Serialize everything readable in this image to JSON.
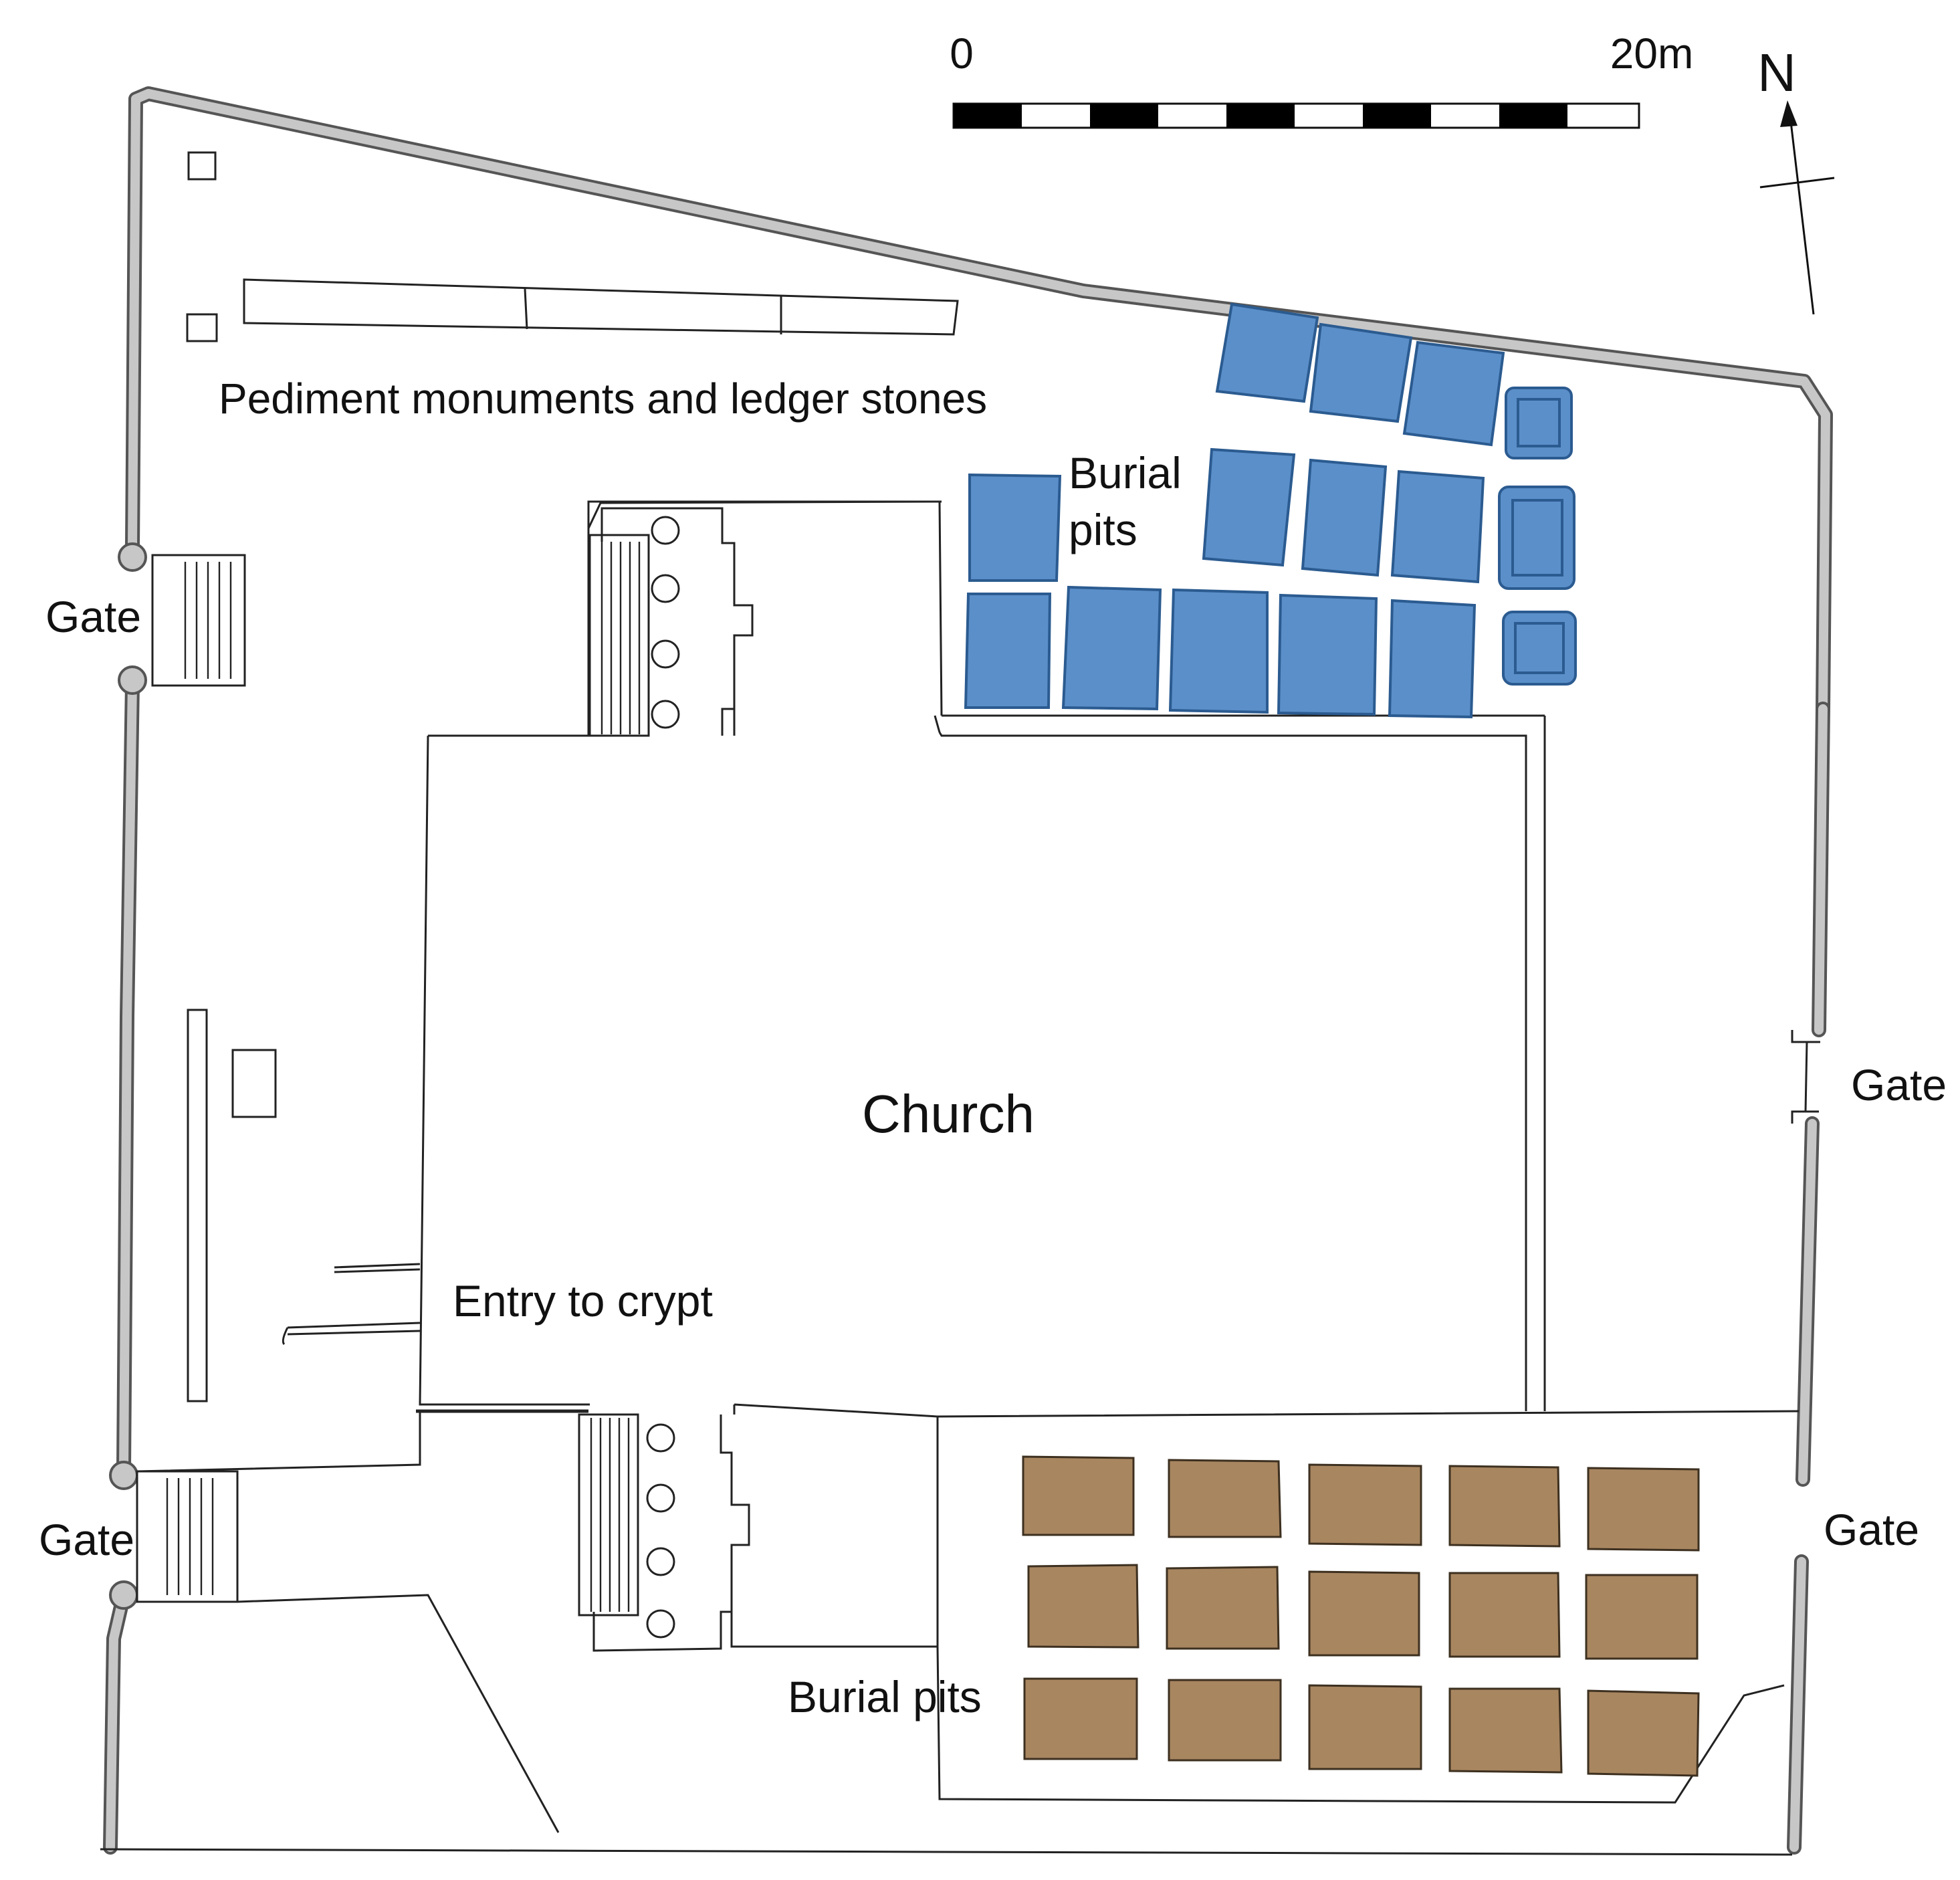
{
  "scale_bar": {
    "start_label": "0",
    "end_label": "20m",
    "colors": {
      "dark": "#000000",
      "light": "#ffffff"
    }
  },
  "north_arrow": {
    "label": "N"
  },
  "labels": {
    "pediment": "Pediment monuments and ledger stones",
    "burial_north_line1": "Burial",
    "burial_north_line2": "pits",
    "church": "Church",
    "crypt": "Entry to crypt",
    "burial_south": "Burial pits",
    "gate_west_upper": "Gate",
    "gate_west_lower": "Gate",
    "gate_east_upper": "Gate",
    "gate_east_lower": "Gate"
  },
  "colors": {
    "north_burial_pits": "#5b8fc9",
    "north_burial_pits_outline": "#2b5b90",
    "south_burial_pits": "#a88660",
    "south_burial_pits_outline": "#3d3020",
    "boundary_wall_fill": "#c7c7c7",
    "boundary_wall_outline": "#555555"
  }
}
